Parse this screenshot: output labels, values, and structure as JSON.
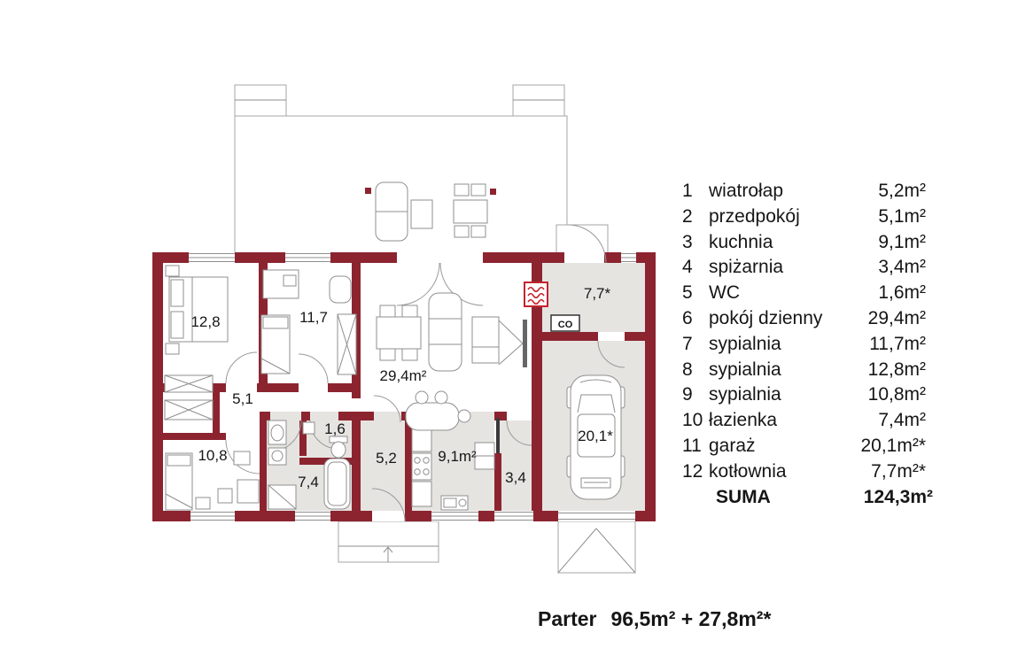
{
  "colors": {
    "wall": "#8c2430",
    "floor": "#e6e4e1",
    "accent": "#c3242e",
    "line": "#8f8f8f"
  },
  "plan": {
    "labels": {
      "s128": "12,8",
      "s117": "11,7",
      "pokoj": "29,4m²",
      "kotlownia": "7,7*",
      "przedpokoj": "5,1",
      "s108": "10,8",
      "lazienka": "7,4",
      "wc": "1,6",
      "wiatrolap": "5,2",
      "kuchnia": "9,1m²",
      "spizarnia": "3,4",
      "garaz": "20,1*",
      "co": "CO"
    }
  },
  "legend": {
    "rows": [
      {
        "num": "1",
        "name": "wiatrołap",
        "area": "5,2m²"
      },
      {
        "num": "2",
        "name": "przedpokój",
        "area": "5,1m²"
      },
      {
        "num": "3",
        "name": "kuchnia",
        "area": "9,1m²"
      },
      {
        "num": "4",
        "name": "spiżarnia",
        "area": "3,4m²"
      },
      {
        "num": "5",
        "name": "WC",
        "area": "1,6m²"
      },
      {
        "num": "6",
        "name": "pokój dzienny",
        "area": "29,4m²"
      },
      {
        "num": "7",
        "name": "sypialnia",
        "area": "11,7m²"
      },
      {
        "num": "8",
        "name": "sypialnia",
        "area": "12,8m²"
      },
      {
        "num": "9",
        "name": "sypialnia",
        "area": "10,8m²"
      },
      {
        "num": "10",
        "name": "łazienka",
        "area": "7,4m²"
      },
      {
        "num": "11",
        "name": "garaż",
        "area": "20,1m²*"
      },
      {
        "num": "12",
        "name": "kotłownia",
        "area": "7,7m²*"
      }
    ],
    "suma_label": "SUMA",
    "suma_value": "124,3m²"
  },
  "caption": {
    "title": "Parter",
    "value": "96,5m² + 27,8m²*"
  }
}
